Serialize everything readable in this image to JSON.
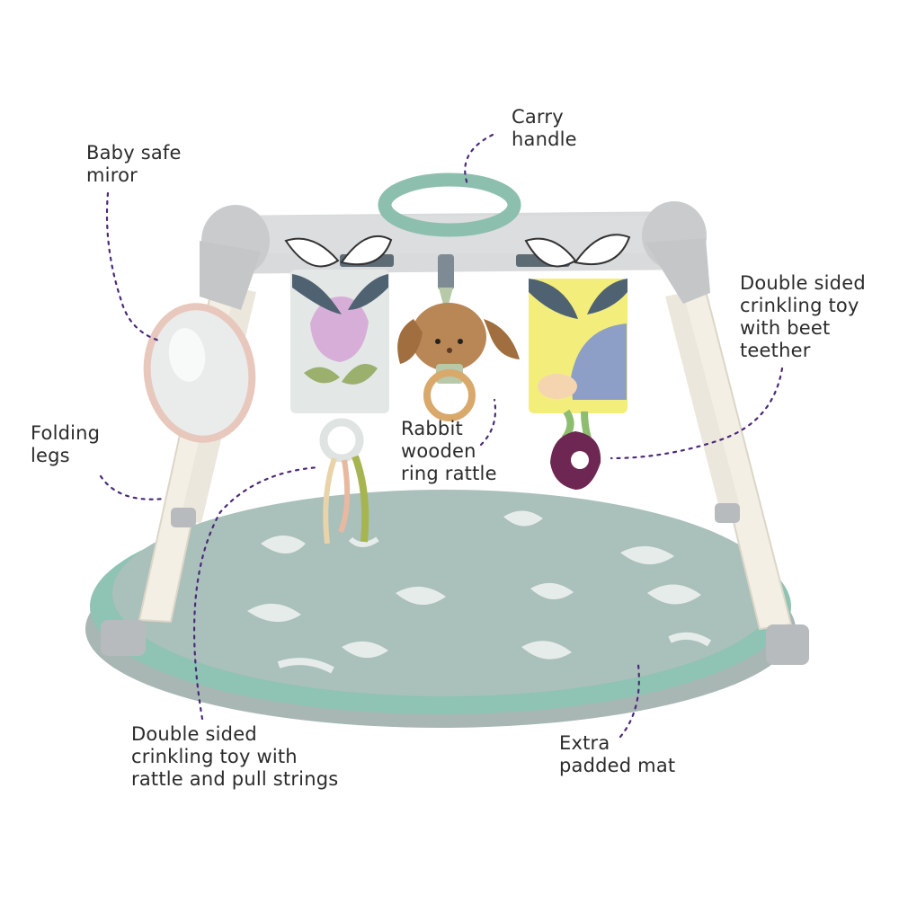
{
  "callouts": {
    "carry_handle": [
      "Carry",
      "handle"
    ],
    "mirror": [
      "Baby safe",
      "miror"
    ],
    "beet_toy": [
      "Double sided",
      "crinkling toy",
      "with beet",
      "teether"
    ],
    "folding_legs": [
      "Folding",
      "legs"
    ],
    "rabbit_rattle": [
      "Rabbit",
      "wooden",
      "ring rattle"
    ],
    "string_toy": [
      "Double sided",
      "crinkling toy with",
      "rattle and pull strings"
    ],
    "padded_mat": [
      "Extra",
      "padded mat"
    ]
  },
  "colors": {
    "frame": "#d9dadb",
    "legs": "#f3efe5",
    "handle": "#8dbfae",
    "mat": "#a9bdb8",
    "mat_edge": "#8fc3b3",
    "callout_line": "#4b2a7a",
    "text": "#2b2b2b"
  }
}
